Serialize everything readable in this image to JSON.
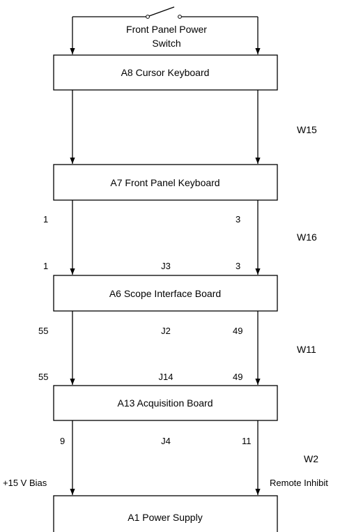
{
  "switch": {
    "label_line1": "Front Panel Power",
    "label_line2": "Switch"
  },
  "boxes": {
    "a8": "A8 Cursor Keyboard",
    "a7": "A7 Front Panel Keyboard",
    "a6": "A6 Scope Interface Board",
    "a13": "A13 Acquisition Board",
    "a1": "A1 Power Supply"
  },
  "wires": {
    "w15": "W15",
    "w16": "W16",
    "w11": "W11",
    "w2": "W2"
  },
  "connectors": {
    "j3": "J3",
    "j2": "J2",
    "j14": "J14",
    "j4": "J4"
  },
  "pins": {
    "a7_left": "1",
    "a7_right": "3",
    "j3_left": "1",
    "j3_right": "3",
    "j2_left": "55",
    "j2_right": "49",
    "j14_left": "55",
    "j14_right": "49",
    "j4_left": "9",
    "j4_right": "11"
  },
  "signals": {
    "left": "+15 V Bias",
    "right": "Remote Inhibit"
  },
  "colors": {
    "line": "#000000",
    "background": "#ffffff"
  }
}
